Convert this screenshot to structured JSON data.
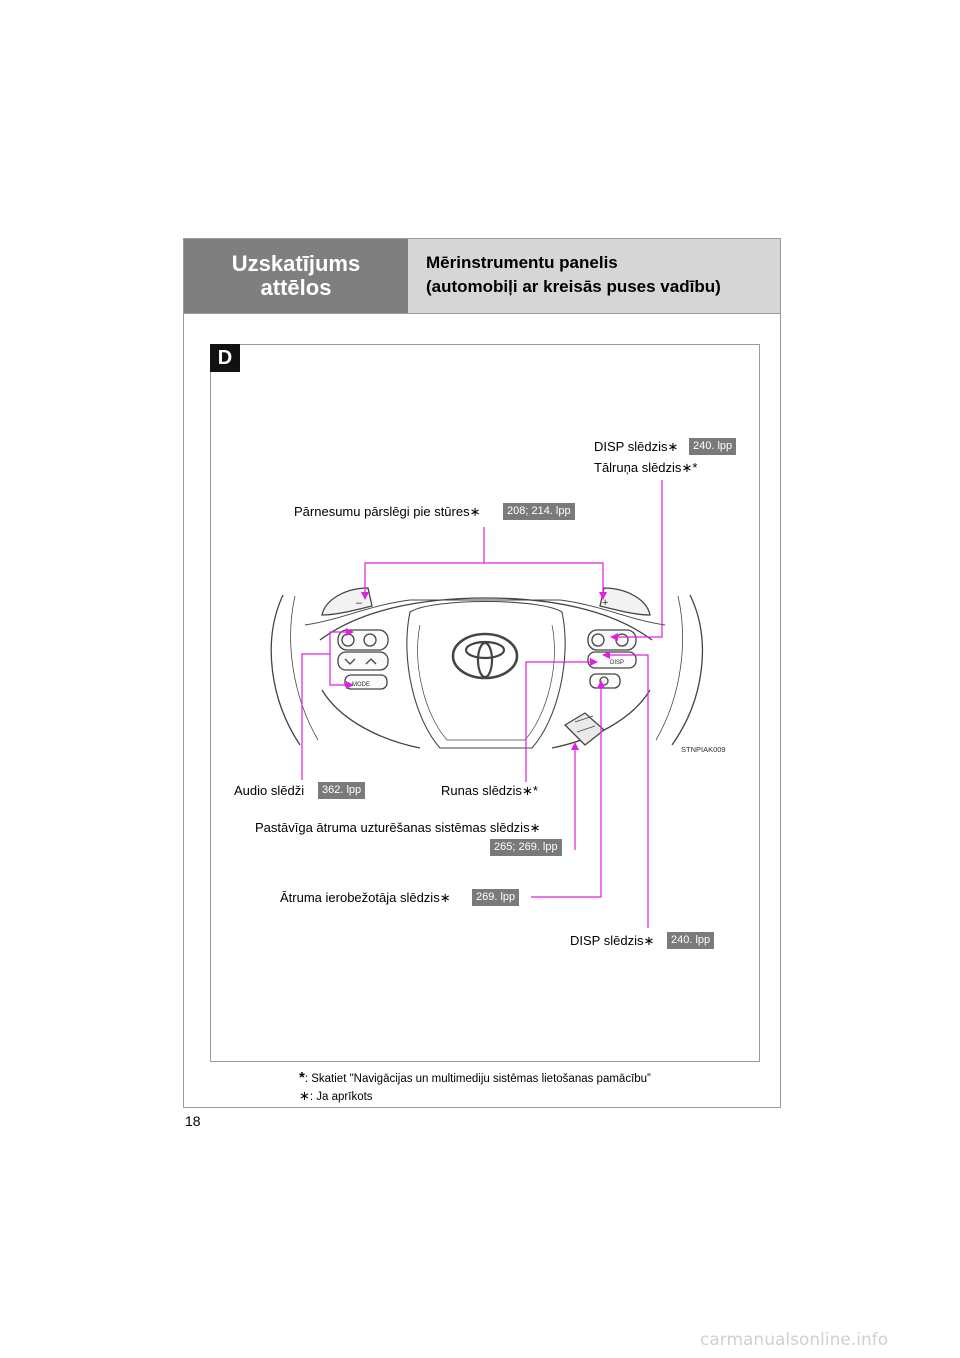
{
  "header": {
    "section_title_line1": "Uzskatījums",
    "section_title_line2": "attēlos",
    "page_title_line1": "Mērinstrumentu panelis",
    "page_title_line2": "(automobiļi ar kreisās puses vadību)"
  },
  "section_letter": "D",
  "figure_code": "STNPIAK009",
  "labels": {
    "disp_top": {
      "text": "DISP slēdzis",
      "star": "∗",
      "ref": "240. lpp"
    },
    "telephone": {
      "text": "Tālruņa slēdzis",
      "star": "∗*"
    },
    "paddle": {
      "text": "Pārnesumu pārslēgi pie stūres",
      "star": "∗",
      "ref": "208; 214. lpp"
    },
    "audio": {
      "text": "Audio slēdži",
      "ref": "362. lpp"
    },
    "voice": {
      "text": "Runas slēdzis",
      "star": "∗*"
    },
    "cruise": {
      "text": "Pastāvīga ātruma uzturēšanas sistēmas slēdzis",
      "star": "∗",
      "ref": "265; 269. lpp"
    },
    "limiter": {
      "text": "Ātruma ierobežotāja slēdzis",
      "star": "∗",
      "ref": "269. lpp"
    },
    "disp_bottom": {
      "text": "DISP slēdzis",
      "star": "∗",
      "ref": "240. lpp"
    }
  },
  "wheel_button_text": {
    "mode": "MODE",
    "disp": "DISP",
    "minus": "–",
    "plus": "+"
  },
  "footnotes": [
    {
      "mark": "*",
      "text": ": Skatiet  \"Navigācijas un multimediju sistēmas lietošanas pamācību”"
    },
    {
      "mark": "∗",
      "text": ": Ja aprīkots"
    }
  ],
  "page_number": "18",
  "watermark": "carmanualsonline.info",
  "colors": {
    "leader_line": "#e020e0",
    "ref_badge": "#7a7a7a",
    "header_dark": "#7f7f7f",
    "header_light": "#d6d6d6"
  }
}
